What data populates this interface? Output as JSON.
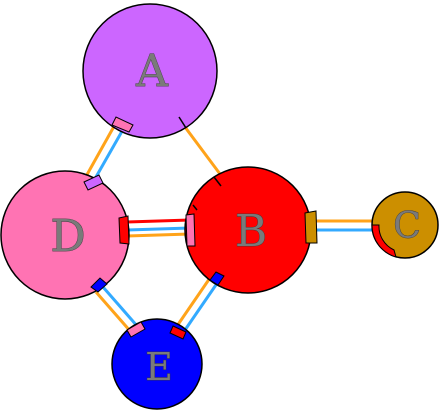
{
  "nodes": [
    {
      "id": "A",
      "label": "A",
      "color": "#cc66ff"
    },
    {
      "id": "B",
      "label": "B",
      "color": "#ff0000"
    },
    {
      "id": "C",
      "label": "C",
      "color": "#cc8f00"
    },
    {
      "id": "D",
      "label": "D",
      "color": "#ff73b3"
    },
    {
      "id": "E",
      "label": "E",
      "color": "#0000ff"
    }
  ],
  "edges": [
    {
      "from": "A",
      "to": "D",
      "colors": [
        "#ffa31a",
        "#33aaff"
      ]
    },
    {
      "from": "A",
      "to": "B",
      "colors": [
        "#ffa31a"
      ]
    },
    {
      "from": "D",
      "to": "B",
      "colors": [
        "#ff0000",
        "#33aaff",
        "#ffa31a"
      ]
    },
    {
      "from": "B",
      "to": "C",
      "colors": [
        "#ffa31a",
        "#33aaff"
      ]
    },
    {
      "from": "D",
      "to": "E",
      "colors": [
        "#33aaff",
        "#ffa31a"
      ]
    },
    {
      "from": "B",
      "to": "E",
      "colors": [
        "#ffa31a",
        "#33aaff"
      ]
    }
  ],
  "edge_colors": {
    "orange": "#ffa31a",
    "blue": "#33aaff",
    "red": "#ff0000"
  }
}
